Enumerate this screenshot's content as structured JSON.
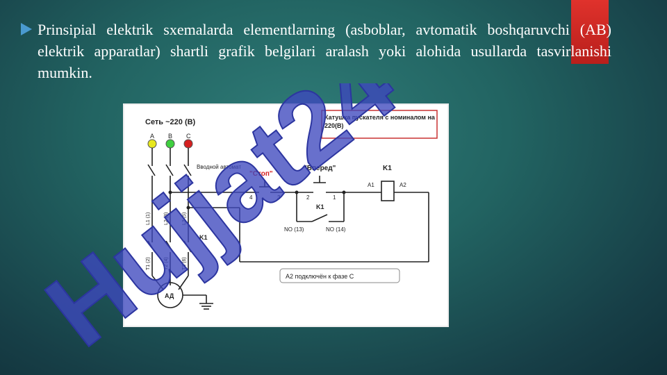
{
  "slide": {
    "bullet_text": "Prinsipial elektrik sxemalarda elementlarning (asboblar, avtomatik boshqaruvchi (AB) elektrik apparatlar) shartli grafik belgilari aralash yoki alohida usullarda tasvirlanishi mumkin.",
    "watermark_text": "Hujjat24",
    "colors": {
      "accent_red": "#d42a25",
      "bullet": "#4a9ad0"
    }
  },
  "diagram": {
    "network_label": "Сеть ~220 (В)",
    "phases": [
      "A",
      "B",
      "C"
    ],
    "breaker_label": "Вводной автомат",
    "stop_label": "\"Стоп\"",
    "forward_label": "\"Вперед\"",
    "coil_box_label": "Катушка пускателя с номиналом на 220(В)",
    "k1_label": "K1",
    "k1_contact_label": "K1",
    "k1_main_label": "K1",
    "a1": "A1",
    "a2": "A2",
    "stop_pins": [
      "4",
      "3"
    ],
    "forward_pins": [
      "2",
      "1"
    ],
    "no13": "NO (13)",
    "no14": "NO (14)",
    "line_labels": [
      "L1 (1)",
      "L2 (3)",
      "L3 (5)"
    ],
    "term_labels": [
      "T1 (2)",
      "T2 (4)",
      "T3 (6)"
    ],
    "a2_note": "A2 подключён к фазе C",
    "motor_label": "АД"
  }
}
